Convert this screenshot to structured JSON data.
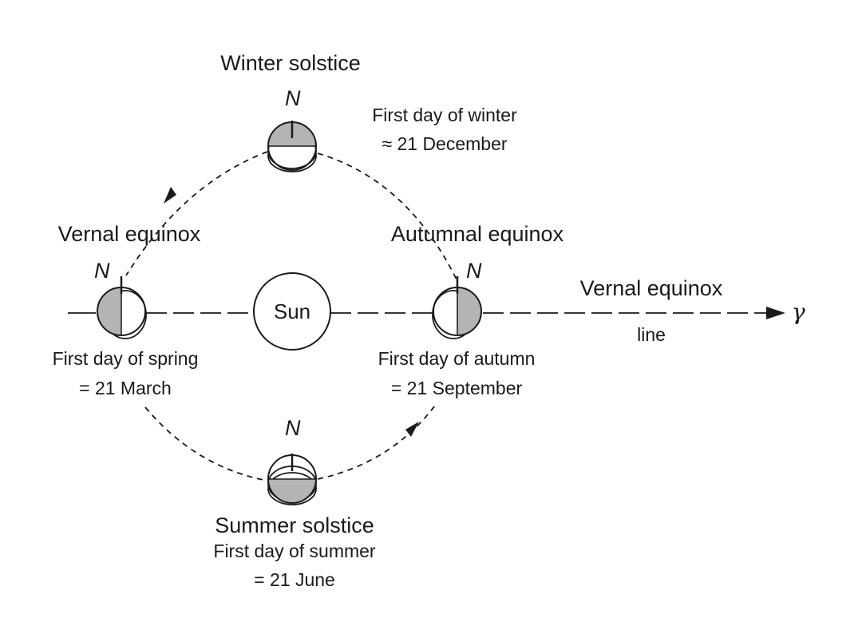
{
  "diagram": {
    "sun_label": "Sun",
    "north_label": "N",
    "gamma_symbol": "γ",
    "winter": {
      "title": "Winter solstice",
      "line1": "First day of winter",
      "line2": "≈ 21 December"
    },
    "vernal": {
      "title": "Vernal equinox",
      "line1": "First day of spring",
      "line2": "= 21 March"
    },
    "autumnal": {
      "title": "Autumnal equinox",
      "line1": "First day of autumn",
      "line2": "= 21 September"
    },
    "summer": {
      "title": "Summer solstice",
      "line1": "First day of summer",
      "line2": "= 21 June"
    },
    "equinox_line": {
      "line1": "Vernal equinox",
      "line2": "line"
    },
    "colors": {
      "ink": "#1a1a1a",
      "shade": "#b4b4b4"
    }
  }
}
